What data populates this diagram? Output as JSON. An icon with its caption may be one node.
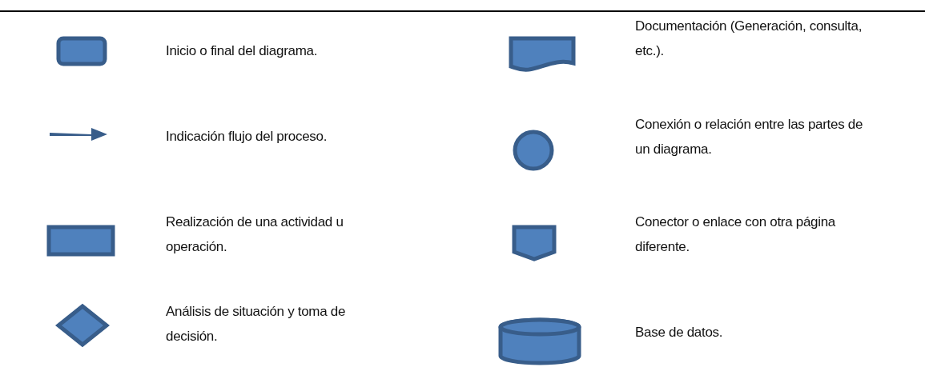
{
  "diagram": {
    "legend": [
      {
        "text": "Inicio o final del diagrama."
      },
      {
        "text": "Indicación flujo del proceso."
      },
      {
        "text": "Realización de una actividad u operación."
      },
      {
        "text": "Análisis de situación y toma de decisión."
      },
      {
        "text": "Documentación (Generación, consulta, etc.)."
      },
      {
        "text": "Conexión o relación entre las partes de un diagrama."
      },
      {
        "text": "Conector o enlace con otra página diferente."
      },
      {
        "text": "Base de datos."
      }
    ]
  }
}
